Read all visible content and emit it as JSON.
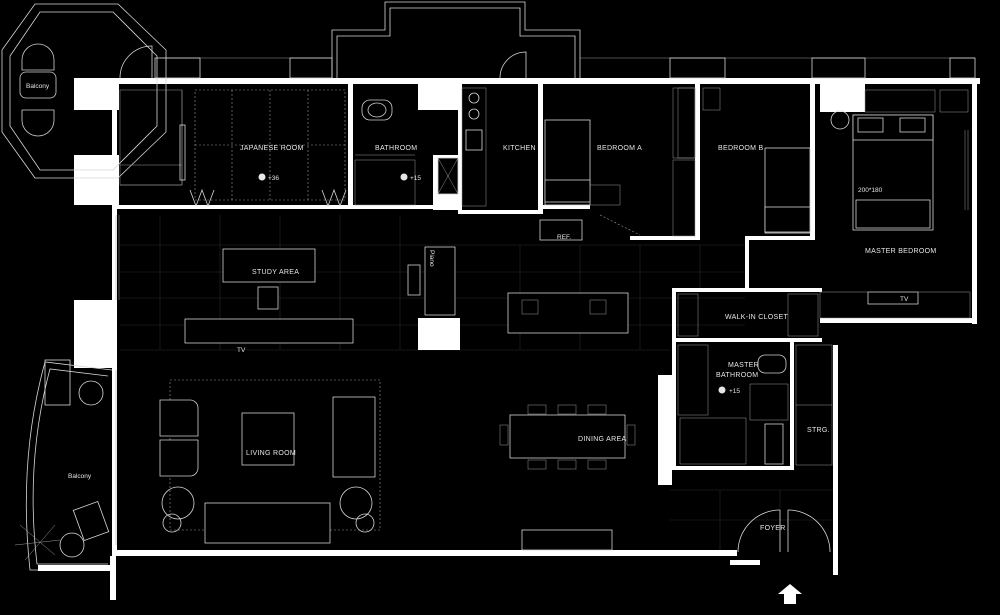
{
  "rooms": {
    "japanese_room": "JAPANESE ROOM",
    "japanese_room_level": "+36",
    "bathroom": "BATHROOM",
    "bathroom_level": "+15",
    "kitchen": "KITCHEN",
    "bedroom_a": "BEDROOM A",
    "bedroom_b": "BEDROOM B",
    "master_bedroom": "MASTER BEDROOM",
    "bed_size": "200*180",
    "study_area": "STUDY AREA",
    "piano": "Piano",
    "ref": "REF.",
    "tv_study": "TV",
    "tv_master": "TV",
    "walk_in_closet": "WALK-IN CLOSET",
    "master_bathroom_line1": "MASTER",
    "master_bathroom_line2": "BATHROOM",
    "master_bathroom_level": "+15",
    "living_room": "LIVING ROOM",
    "dining_area": "DINING AREA",
    "storage": "STRG.",
    "foyer": "FOYER",
    "balcony_top": "Balcony",
    "balcony_left": "Balcony"
  }
}
